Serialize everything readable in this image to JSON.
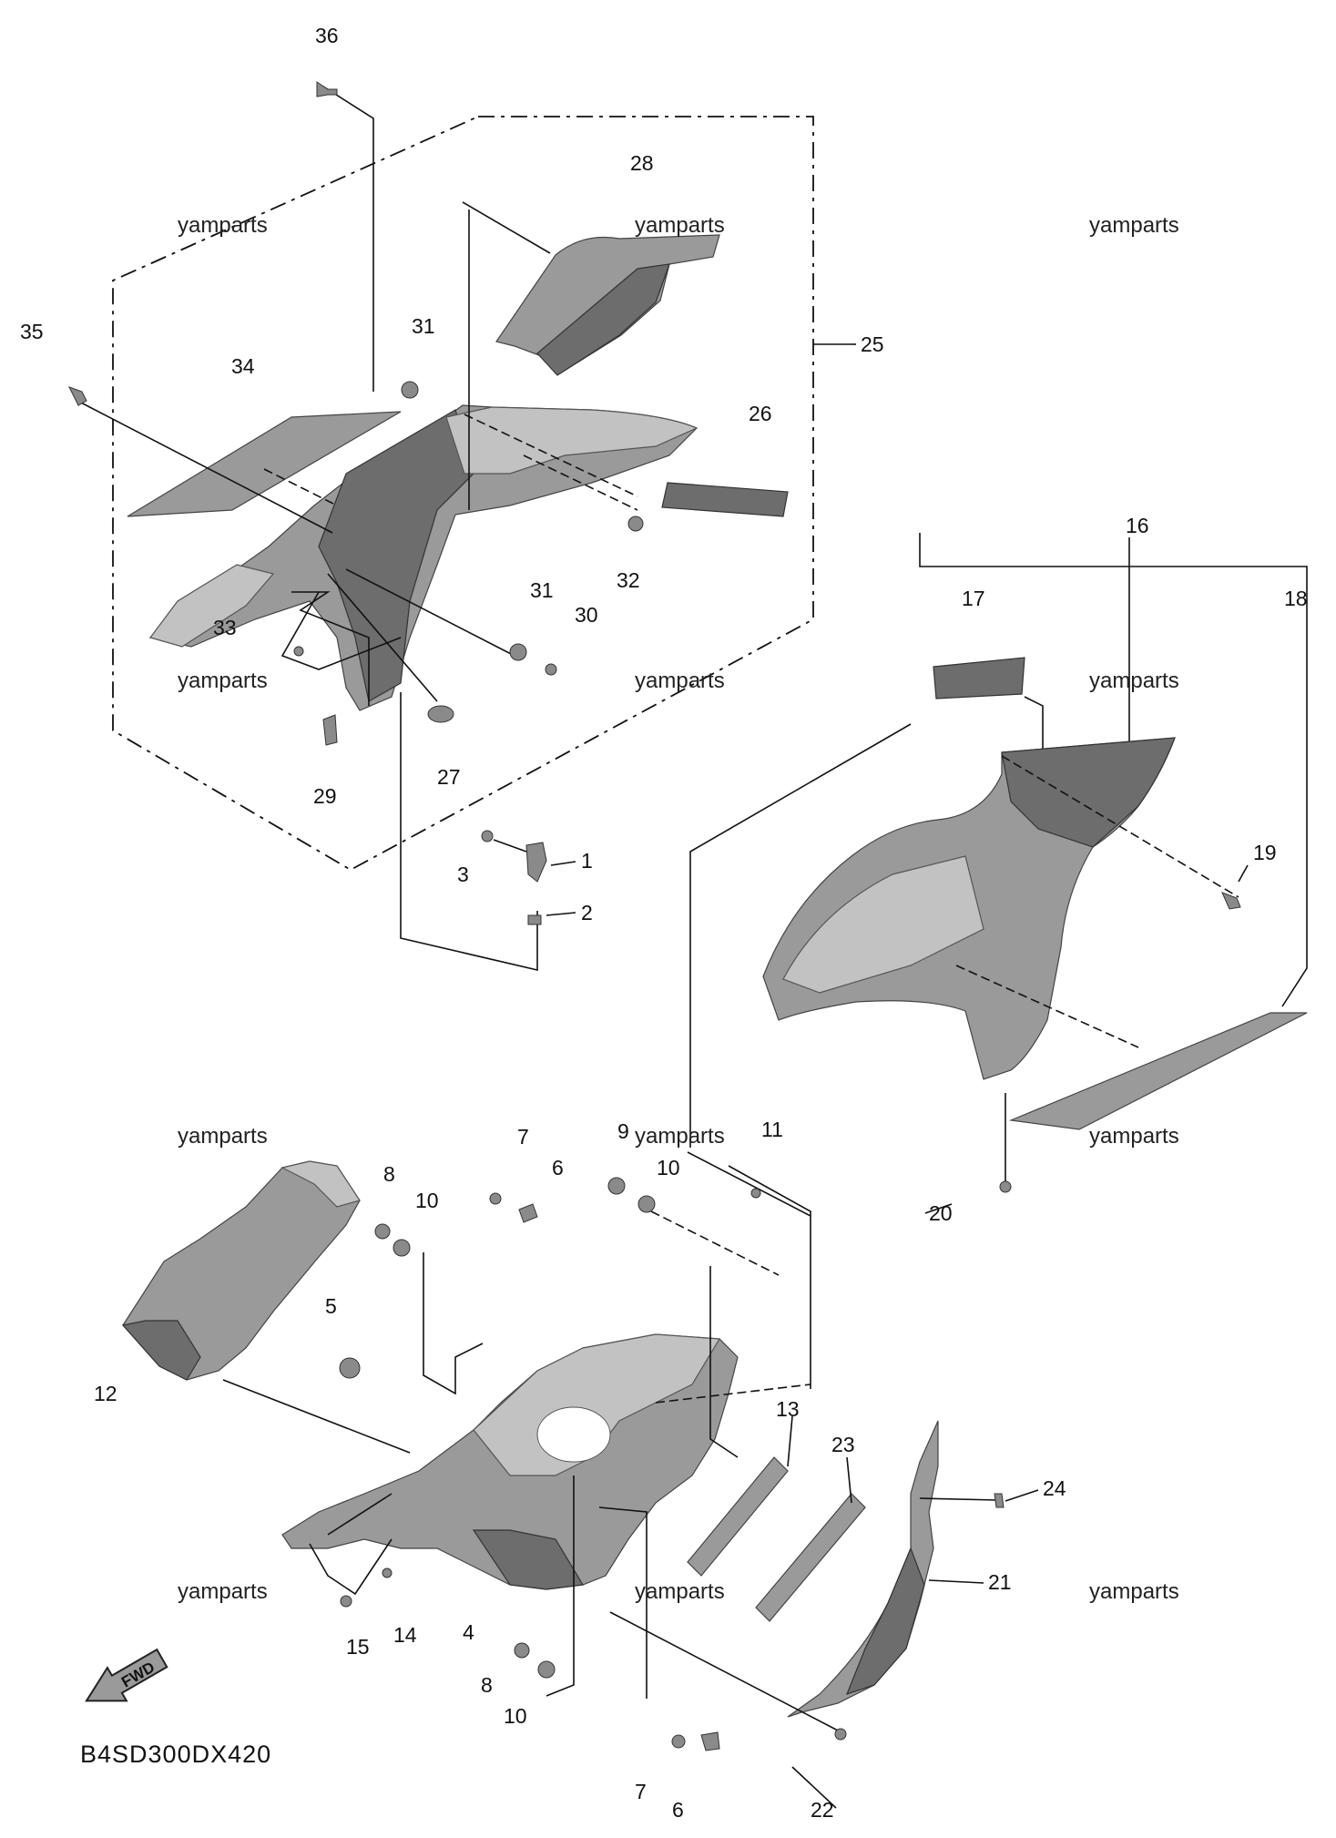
{
  "diagram_code": "B4SD300DX420",
  "fwd_label": "FWD",
  "watermark": "yamparts",
  "callouts": {
    "c1": "1",
    "c2": "2",
    "c3": "3",
    "c4": "4",
    "c5": "5",
    "c6a": "6",
    "c6b": "6",
    "c7a": "7",
    "c7b": "7",
    "c8a": "8",
    "c8b": "8",
    "c9": "9",
    "c10a": "10",
    "c10b": "10",
    "c10c": "10",
    "c11": "11",
    "c12": "12",
    "c13": "13",
    "c14": "14",
    "c15": "15",
    "c16": "16",
    "c17": "17",
    "c18": "18",
    "c19": "19",
    "c20": "20",
    "c21": "21",
    "c22": "22",
    "c23": "23",
    "c24": "24",
    "c25": "25",
    "c26": "26",
    "c27": "27",
    "c28": "28",
    "c29": "29",
    "c30": "30",
    "c31a": "31",
    "c31b": "31",
    "c32": "32",
    "c33": "33",
    "c34": "34",
    "c35": "35",
    "c36": "36"
  }
}
